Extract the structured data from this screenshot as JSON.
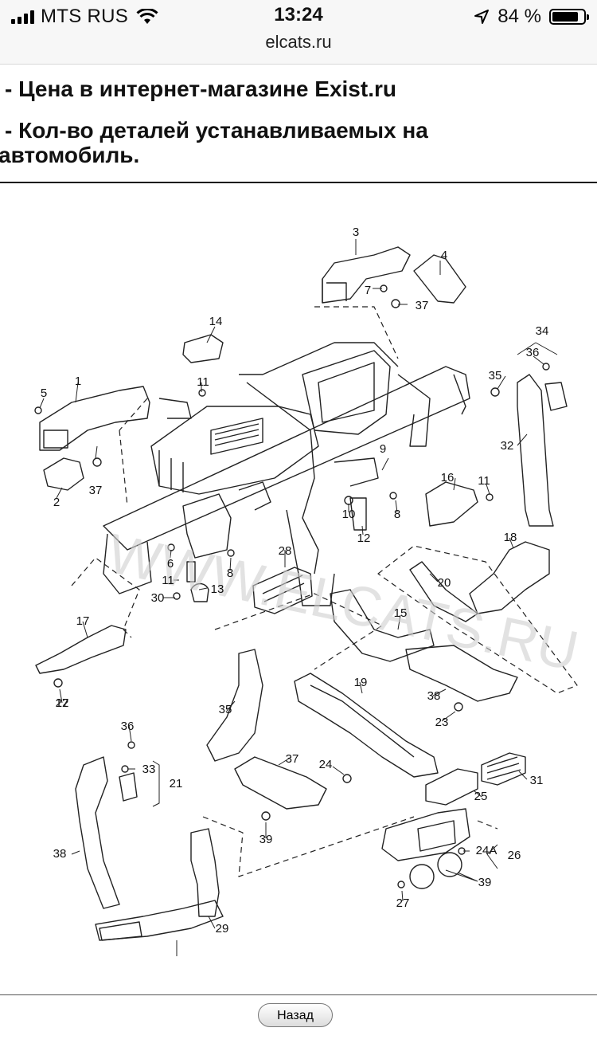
{
  "status_bar": {
    "carrier": "MTS RUS",
    "time": "13:24",
    "battery_percent": "84 %",
    "battery_level": 0.84
  },
  "browser": {
    "url": "elcats.ru"
  },
  "info": {
    "line1": "- Цена в интернет-магазине Exist.ru",
    "line2": "- Кол-во деталей устанавливаемых на",
    "line3": "автомобиль."
  },
  "diagram": {
    "watermark": "WWW.ELCATS.RU",
    "callouts": [
      "3",
      "4",
      "7",
      "37",
      "14",
      "34",
      "36",
      "35",
      "11",
      "1",
      "5",
      "9",
      "32",
      "37",
      "2",
      "17",
      "16",
      "11",
      "10",
      "8",
      "12",
      "6",
      "11",
      "8",
      "13",
      "30",
      "18",
      "28",
      "20",
      "15",
      "17",
      "22",
      "38",
      "23",
      "19",
      "35",
      "36",
      "33",
      "21",
      "37",
      "24",
      "25",
      "31",
      "38",
      "39",
      "24A",
      "26",
      "39",
      "27",
      "29"
    ]
  },
  "footer": {
    "back_label": "Назад"
  }
}
